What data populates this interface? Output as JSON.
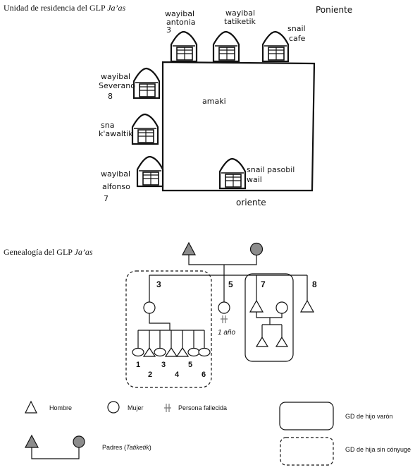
{
  "residence": {
    "caption_prefix": "Unidad de residencia del GLP ",
    "caption_italic": "Ja’as",
    "compass_top": "Poniente",
    "compass_bottom": "oriente",
    "courtyard_label": "amaki",
    "houses": [
      {
        "line1": "wayibal",
        "line2": "antonia",
        "number": "3"
      },
      {
        "line1": "wayibal",
        "line2": "tatiketik",
        "number": ""
      },
      {
        "line1": "snail",
        "line2": "cafe",
        "number": ""
      },
      {
        "line1": "wayibal",
        "line2": "Severano",
        "number": "8"
      },
      {
        "line1": "sna",
        "line2": "k'awaltik",
        "number": ""
      },
      {
        "line1": "wayibal",
        "line2": "alfonso",
        "number": "7"
      },
      {
        "line1": "snail pasobil",
        "line2": "wail",
        "number": ""
      }
    ]
  },
  "genealogy": {
    "caption_prefix": "Genealogía del GLP ",
    "caption_italic": "Ja’as",
    "child_numbers": [
      "3",
      "5",
      "7",
      "8"
    ],
    "deceased_note": "1 año",
    "grandchild_numbers": [
      "1",
      "2",
      "3",
      "4",
      "5",
      "6"
    ]
  },
  "legend": {
    "man": "Hombre",
    "woman": "Mujer",
    "deceased": "Persona fallecida",
    "parents_prefix": "Padres (",
    "parents_italic": "Tatiketik",
    "parents_suffix": ")",
    "son_group": "GD de hijo varón",
    "daughter_group": "GD de hija sin cónyuge"
  },
  "colors": {
    "parent_fill": "#8c8c8c",
    "stroke": "#111111"
  },
  "icons": [
    "triangle-icon",
    "circle-icon",
    "deceased-cross-icon",
    "house-icon"
  ]
}
